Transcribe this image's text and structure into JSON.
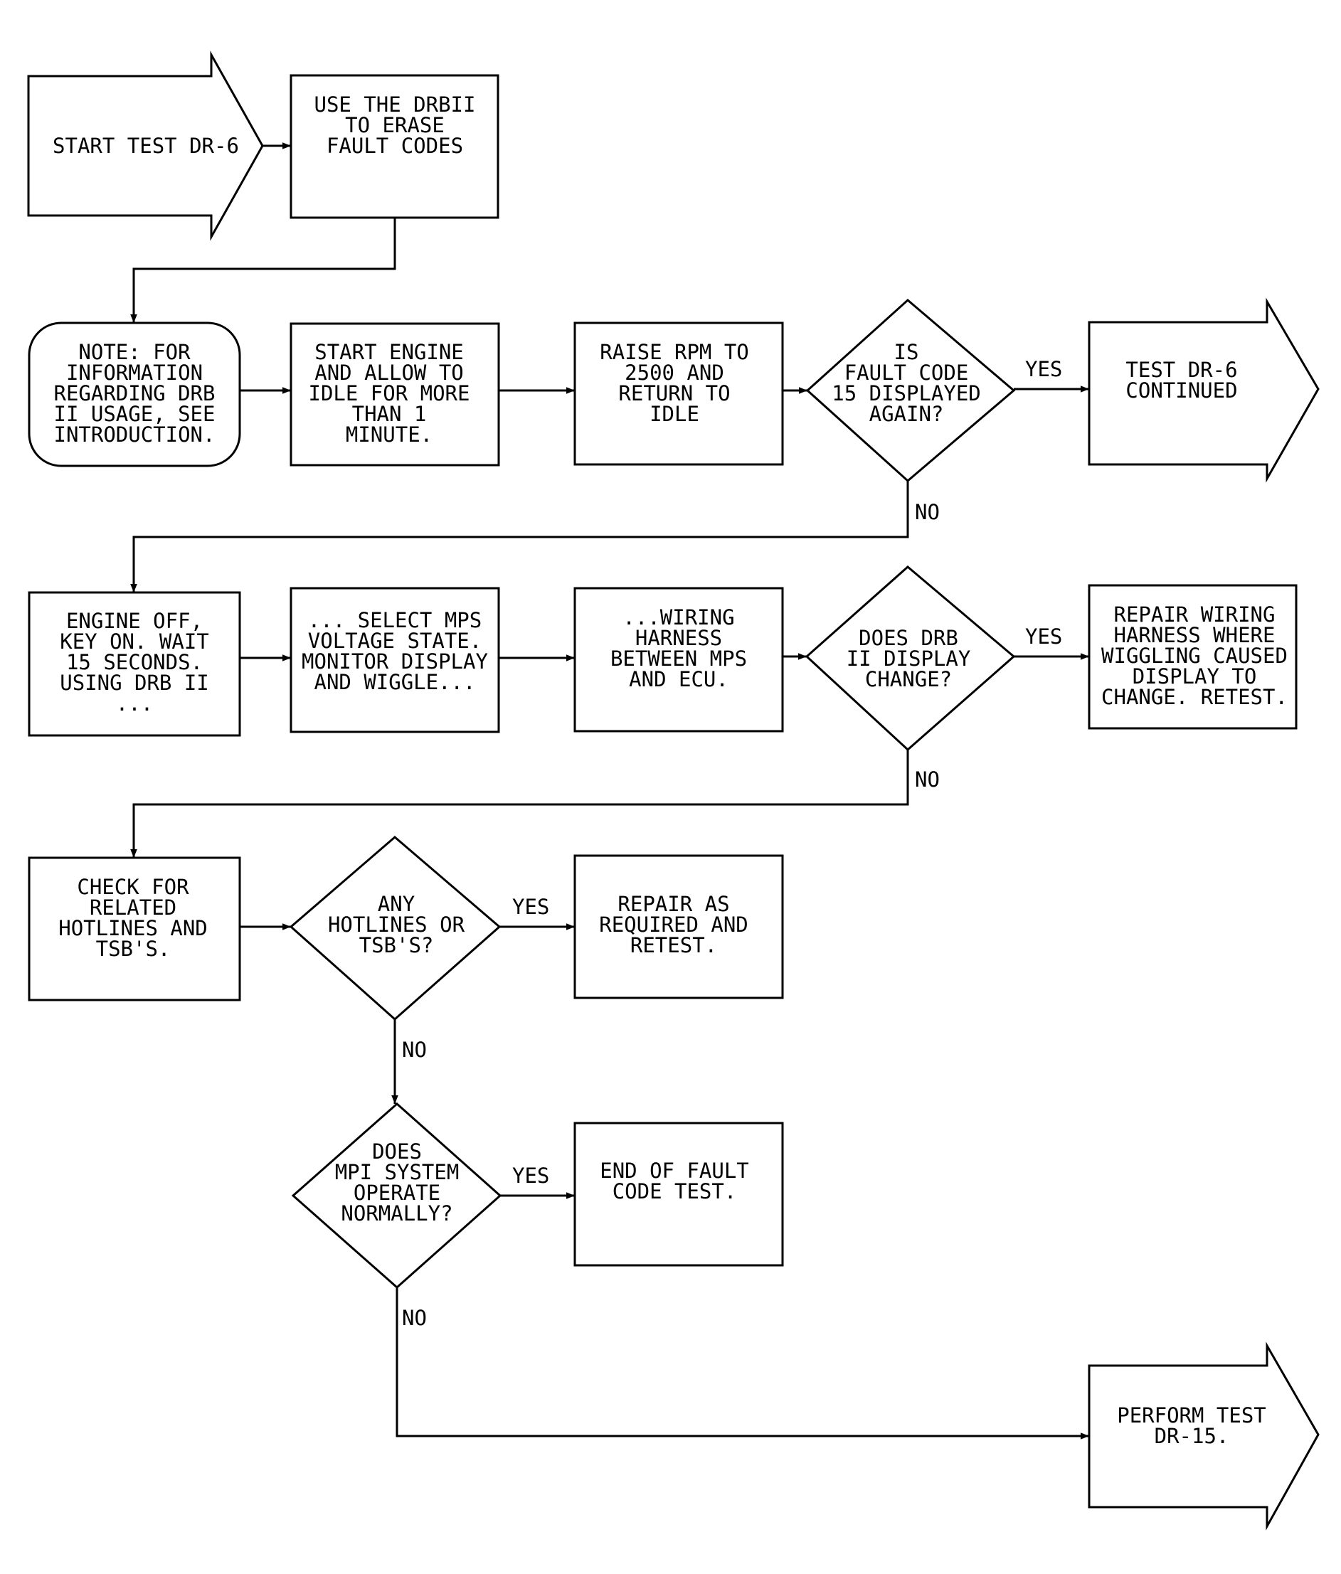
{
  "nodes": {
    "start": {
      "lines": [
        "START TEST DR-6"
      ]
    },
    "erase": {
      "lines": [
        "USE THE DRBII",
        "TO ERASE",
        "FAULT CODES"
      ]
    },
    "note": {
      "lines": [
        "NOTE: FOR",
        "INFORMATION",
        "REGARDING DRB",
        "II USAGE, SEE",
        "INTRODUCTION."
      ]
    },
    "start_engine": {
      "lines": [
        "START ENGINE",
        "AND ALLOW TO",
        "IDLE FOR MORE",
        "THAN 1",
        "MINUTE."
      ]
    },
    "raise_rpm": {
      "lines": [
        "RAISE RPM TO",
        "2500 AND",
        "RETURN TO",
        "IDLE"
      ]
    },
    "q_fault_code": {
      "lines": [
        "IS",
        "FAULT CODE",
        "15 DISPLAYED",
        "AGAIN?"
      ]
    },
    "test_continued": {
      "lines": [
        "TEST DR-6",
        "CONTINUED"
      ]
    },
    "engine_off": {
      "lines": [
        "ENGINE OFF,",
        "KEY ON. WAIT",
        "15 SECONDS.",
        "USING DRB II",
        "..."
      ]
    },
    "select_mps": {
      "lines": [
        "... SELECT MPS",
        "VOLTAGE STATE.",
        "MONITOR DISPLAY",
        "AND WIGGLE..."
      ]
    },
    "wiring_harness": {
      "lines": [
        "...WIRING",
        "HARNESS",
        "BETWEEN MPS",
        "AND ECU."
      ]
    },
    "q_display_change": {
      "lines": [
        "DOES DRB",
        "II DISPLAY",
        "CHANGE?"
      ]
    },
    "repair_wiring": {
      "lines": [
        "REPAIR WIRING",
        "HARNESS WHERE",
        "WIGGLING CAUSED",
        "DISPLAY TO",
        "CHANGE. RETEST."
      ]
    },
    "check_hotlines": {
      "lines": [
        "CHECK FOR",
        "RELATED",
        "HOTLINES AND",
        "TSB'S."
      ]
    },
    "q_hotlines": {
      "lines": [
        "ANY",
        "HOTLINES OR",
        "TSB'S?"
      ]
    },
    "repair_required": {
      "lines": [
        "REPAIR AS",
        "REQUIRED AND",
        "RETEST."
      ]
    },
    "q_mpi": {
      "lines": [
        "DOES",
        "MPI SYSTEM",
        "OPERATE",
        "NORMALLY?"
      ]
    },
    "end_test": {
      "lines": [
        "END OF FAULT",
        "CODE TEST."
      ]
    },
    "perform_test": {
      "lines": [
        "PERFORM TEST",
        "DR-15."
      ]
    }
  },
  "edge_labels": {
    "yes": "YES",
    "no": "NO"
  }
}
